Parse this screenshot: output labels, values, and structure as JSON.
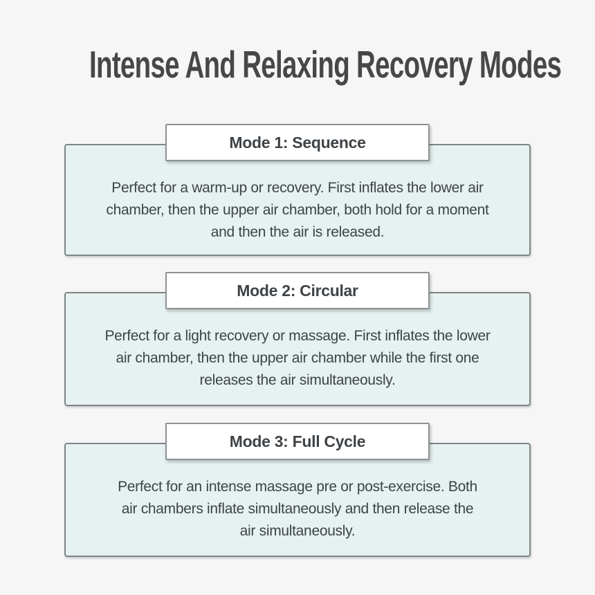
{
  "page": {
    "title": "Intense And Relaxing Recovery Modes"
  },
  "colors": {
    "page_background": "#f6f6f6",
    "card_background": "#e6f1f1",
    "card_border": "#7e8585",
    "label_background": "#ffffff",
    "label_border": "#8c9292",
    "text": "#3e4347",
    "title_text": "#474747"
  },
  "modes": [
    {
      "label": "Mode 1: Sequence",
      "lines": [
        "Perfect for a warm-up or recovery. First inflates the lower air",
        "chamber, then the upper air chamber, both hold for a moment",
        "and then the air is released."
      ]
    },
    {
      "label": "Mode 2: Circular",
      "lines": [
        "Perfect for a light recovery or massage. First inflates the lower",
        "air chamber, then the upper air chamber while the first one",
        "releases the air simultaneously."
      ]
    },
    {
      "label": "Mode 3: Full Cycle",
      "lines": [
        "Perfect for an intense massage pre or post-exercise. Both",
        "air chambers inflate simultaneously and then release the",
        "air simultaneously."
      ]
    }
  ]
}
